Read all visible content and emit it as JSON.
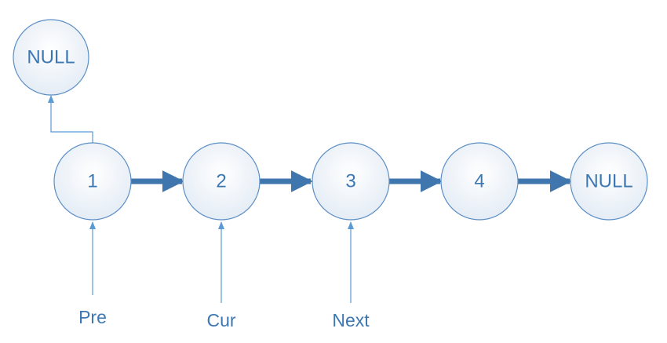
{
  "diagram": {
    "nodes": [
      {
        "id": "null-top",
        "label": "NULL"
      },
      {
        "id": "node-1",
        "label": "1"
      },
      {
        "id": "node-2",
        "label": "2"
      },
      {
        "id": "node-3",
        "label": "3"
      },
      {
        "id": "node-4",
        "label": "4"
      },
      {
        "id": "null-end",
        "label": "NULL"
      }
    ],
    "pointers": [
      {
        "id": "pre",
        "label": "Pre",
        "target": "node-1"
      },
      {
        "id": "cur",
        "label": "Cur",
        "target": "node-2"
      },
      {
        "id": "next",
        "label": "Next",
        "target": "node-3"
      }
    ],
    "edges": [
      {
        "from": "node-1",
        "to": "node-2",
        "style": "thick"
      },
      {
        "from": "node-2",
        "to": "node-3",
        "style": "thick"
      },
      {
        "from": "node-3",
        "to": "node-4",
        "style": "thick"
      },
      {
        "from": "node-4",
        "to": "null-end",
        "style": "thick"
      },
      {
        "from": "node-1",
        "to": "null-top",
        "style": "thin-elbow"
      }
    ],
    "colors": {
      "node_fill_light": "#ffffff",
      "node_fill_dark": "#e4ecf5",
      "node_stroke": "#5b8ec5",
      "text": "#3d78b3",
      "thick_arrow": "#3f76ad",
      "thin_arrow": "#5b9bd5"
    }
  }
}
